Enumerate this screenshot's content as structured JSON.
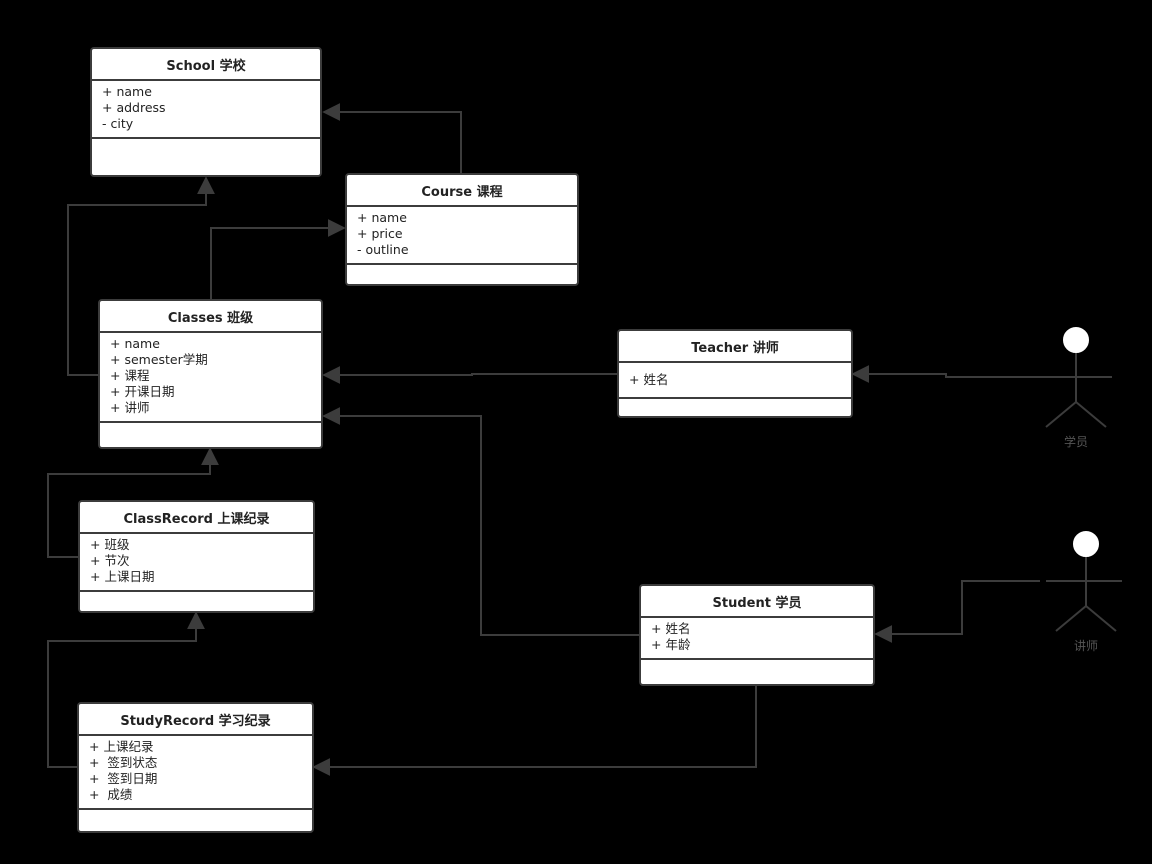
{
  "classes": {
    "school": {
      "name": "School 学校",
      "attributes": [
        "+ name",
        "+ address",
        "- city"
      ]
    },
    "course": {
      "name": "Course 课程",
      "attributes": [
        "+ name",
        "+ price",
        "- outline"
      ]
    },
    "classes": {
      "name": "Classes 班级",
      "attributes": [
        "+ name",
        "+ semester学期",
        "+ 课程",
        "+ 开课日期",
        "+ 讲师"
      ]
    },
    "teacher": {
      "name": "Teacher 讲师",
      "attributes": [
        "+ 姓名"
      ]
    },
    "classrecord": {
      "name": "ClassRecord 上课纪录",
      "attributes": [
        "+ 班级",
        "+ 节次",
        "+ 上课日期"
      ]
    },
    "student": {
      "name": "Student 学员",
      "attributes": [
        "+ 姓名",
        "+ 年龄"
      ]
    },
    "studyrecord": {
      "name": "StudyRecord 学习纪录",
      "attributes": [
        "+ 上课纪录",
        "+  签到状态",
        "+  签到日期",
        "+  成绩"
      ]
    }
  },
  "actors": {
    "actor_top": {
      "label": "学员"
    },
    "actor_bottom": {
      "label": "讲师"
    }
  },
  "colors": {
    "background": "#000000",
    "box_fill": "#ffffff",
    "box_border": "#3c3c3c",
    "connector": "#3c3c3c"
  }
}
